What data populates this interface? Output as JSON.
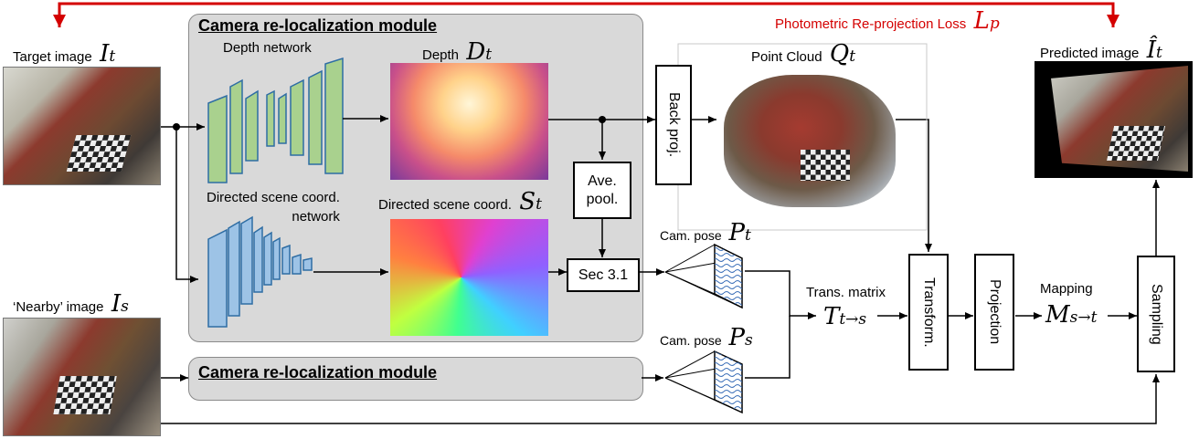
{
  "loss": {
    "text": "Photometric Re-projection Loss",
    "symbol": "L",
    "subscript": "p",
    "color": "#d40000"
  },
  "target": {
    "label": "Target image",
    "symbol": "I",
    "subscript": "t"
  },
  "nearby": {
    "label": "‘Nearby’ image",
    "symbol": "I",
    "subscript": "s"
  },
  "module": {
    "title": "Camera re-localization module",
    "title_bottom": "Camera re-localization module"
  },
  "depth_net": {
    "label": "Depth network"
  },
  "depth": {
    "label": "Depth",
    "symbol": "D",
    "subscript": "t"
  },
  "dsc_net": {
    "label_line1": "Directed scene coord.",
    "label_line2": "network"
  },
  "dsc": {
    "label": "Directed scene coord.",
    "symbol": "S",
    "subscript": "t"
  },
  "ave_pool": {
    "line1": "Ave.",
    "line2": "pool."
  },
  "sec": {
    "label": "Sec 3.1"
  },
  "back_proj": {
    "label": "Back proj."
  },
  "point_cloud": {
    "label": "Point Cloud",
    "symbol": "Q",
    "subscript": "t"
  },
  "cam_pose_t": {
    "label": "Cam. pose",
    "symbol": "P",
    "subscript": "t"
  },
  "cam_pose_s": {
    "label": "Cam. pose",
    "symbol": "P",
    "subscript": "s"
  },
  "trans": {
    "label": "Trans. matrix",
    "symbol": "T",
    "subscript": "t→s"
  },
  "transform": {
    "label": "Transform."
  },
  "projection": {
    "label": "Projection"
  },
  "mapping": {
    "label": "Mapping",
    "symbol": "M",
    "subscript": "s→t"
  },
  "sampling": {
    "label": "Sampling"
  },
  "predicted": {
    "label": "Predicted image",
    "symbol": "Î",
    "subscript": "t"
  }
}
